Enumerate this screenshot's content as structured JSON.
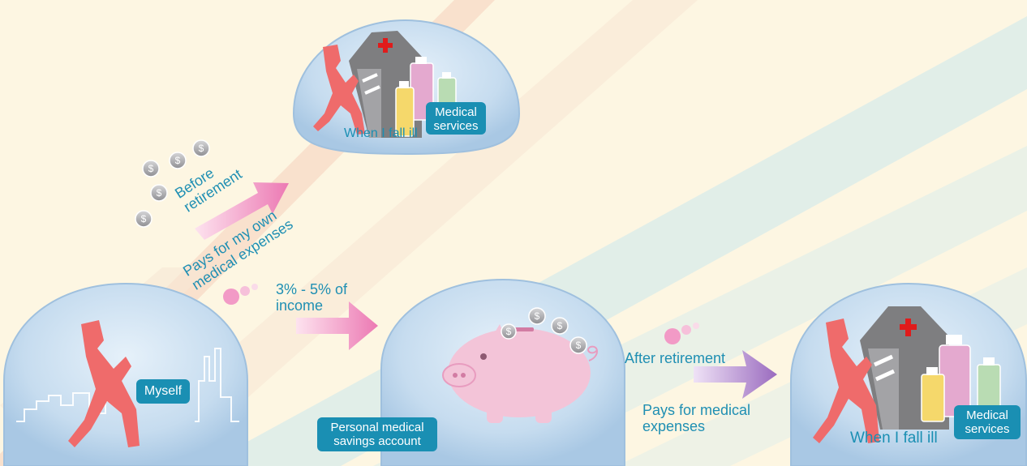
{
  "palette": {
    "background": "#fdf6e2",
    "accent_text": "#1f8fb3",
    "badge_bg": "#1a8fb3",
    "figure_red": "#ef6b6b",
    "pink_arrow": "#f08ac0",
    "purple_arrow": "#9a6fc0",
    "dome_fill": "#c9dff0",
    "piggy_pink": "#f3c4d8",
    "building_grey": "#7e7e80",
    "cross_red": "#e01b1b"
  },
  "icons": [
    "coin-dollar-icon",
    "arrow-right-icon",
    "medical-cross-icon",
    "piggy-bank-icon",
    "person-figure-icon",
    "medicine-bottle-icon",
    "hospital-building-icon"
  ],
  "domes": {
    "myself": {
      "badge": "Myself"
    },
    "ill_top": {
      "caption": "When I fall ill",
      "badge_lines": [
        "Medical",
        "services"
      ]
    },
    "savings": {
      "badge_lines": [
        "Personal medical",
        "savings account"
      ]
    },
    "ill_right": {
      "caption": "When I fall ill",
      "badge_lines": [
        "Medical",
        "services"
      ]
    }
  },
  "labels": {
    "before_retirement": [
      "Before",
      "retirement"
    ],
    "pays_own": [
      "Pays for my own",
      "medical expenses"
    ],
    "income_pct": [
      "3% - 5% of",
      "income"
    ],
    "after_retirement": "After retirement",
    "pays_medical": [
      "Pays for medical",
      "expenses"
    ]
  },
  "coin_symbol": "$"
}
